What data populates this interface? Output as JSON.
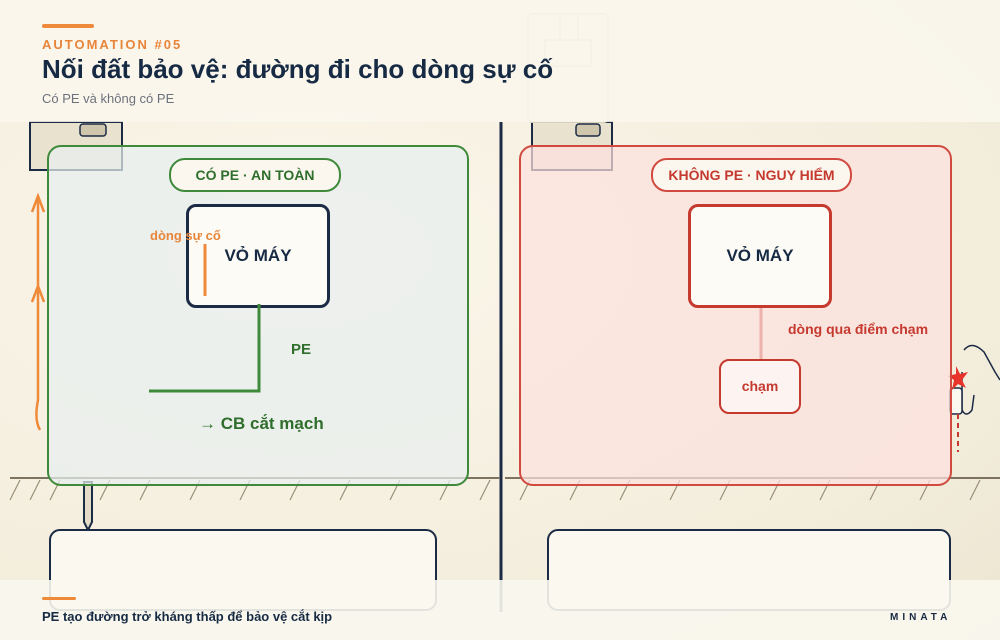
{
  "header": {
    "kicker": "AUTOMATION #05",
    "title": "Nối đất bảo vệ: đường đi cho dòng sự cố",
    "subtitle": "Có PE và không có PE"
  },
  "left_panel": {
    "badge": "CÓ PE · AN TOÀN",
    "box_label": "VỎ MÁY",
    "fault_label": "dòng sự cố",
    "pe_label": "PE",
    "result_label": "→ CB cắt mạch"
  },
  "right_panel": {
    "badge": "KHÔNG PE · NGUY HIỂM",
    "box_label": "VỎ MÁY",
    "path_label": "dòng qua điểm chạm",
    "touch_label": "chạm"
  },
  "footer": {
    "caption": "PE tạo đường trở kháng thấp để bảo vệ cắt kịp",
    "brand": "MINATA"
  },
  "colors": {
    "navy": "#172a44",
    "accent": "#ee8a3a",
    "safe": "#3f8a3a",
    "danger": "#d14a40"
  }
}
